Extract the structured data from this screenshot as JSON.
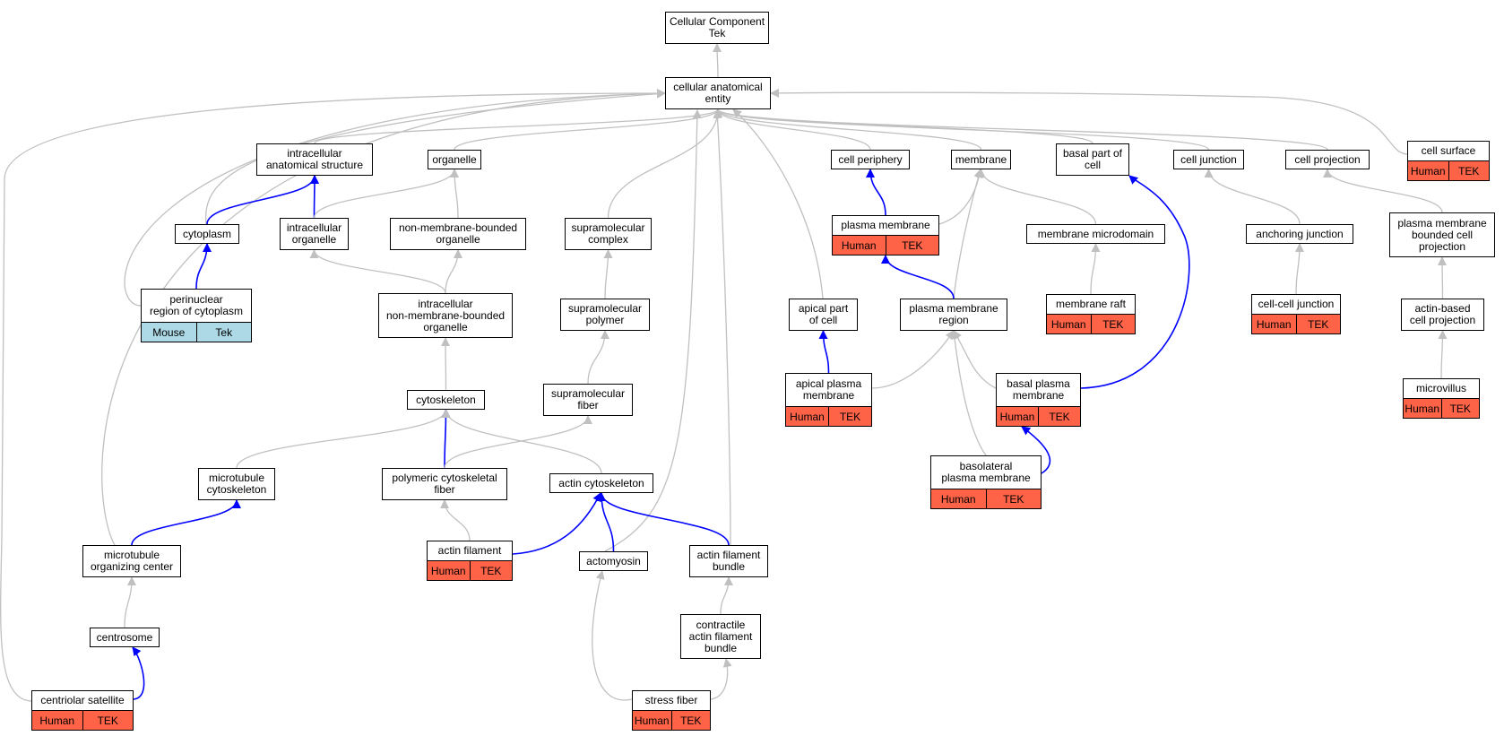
{
  "colors": {
    "is_a_edge": "#c0c0c0",
    "part_of_edge": "#0000ff",
    "human_annotation": "#ff6347",
    "mouse_annotation": "#add8e6",
    "node_border": "#000000"
  },
  "nodes": [
    {
      "id": "root",
      "label": "Cellular Component\nTek"
    },
    {
      "id": "cae",
      "label": "cellular anatomical\nentity"
    },
    {
      "id": "ias",
      "label": "intracellular\nanatomical structure"
    },
    {
      "id": "organelle",
      "label": "organelle"
    },
    {
      "id": "cellperiph",
      "label": "cell periphery"
    },
    {
      "id": "membrane",
      "label": "membrane"
    },
    {
      "id": "basalpart",
      "label": "basal part of\ncell"
    },
    {
      "id": "celljunc",
      "label": "cell junction"
    },
    {
      "id": "cellproj",
      "label": "cell projection"
    },
    {
      "id": "cellsurf",
      "label": "cell surface",
      "annotations": [
        "Human",
        "TEK"
      ]
    },
    {
      "id": "cytoplasm",
      "label": "cytoplasm"
    },
    {
      "id": "intraorg",
      "label": "intracellular\norganelle"
    },
    {
      "id": "nmbo",
      "label": "non-membrane-bounded\norganelle"
    },
    {
      "id": "supracomplex",
      "label": "supramolecular\ncomplex"
    },
    {
      "id": "plasmamem",
      "label": "plasma membrane",
      "annotations": [
        "Human",
        "TEK"
      ]
    },
    {
      "id": "memmicro",
      "label": "membrane microdomain"
    },
    {
      "id": "anchjunc",
      "label": "anchoring junction"
    },
    {
      "id": "pmbcp",
      "label": "plasma membrane\nbounded cell\nprojection"
    },
    {
      "id": "perinuc",
      "label": "perinuclear\nregion of cytoplasm",
      "annotations": [
        "Mouse",
        "Tek"
      ]
    },
    {
      "id": "inmbo",
      "label": "intracellular\nnon-membrane-bounded\norganelle"
    },
    {
      "id": "suprapoly",
      "label": "supramolecular\npolymer"
    },
    {
      "id": "apicalpart",
      "label": "apical part\nof cell"
    },
    {
      "id": "pmregion",
      "label": "plasma membrane\nregion"
    },
    {
      "id": "memraft",
      "label": "membrane raft",
      "annotations": [
        "Human",
        "TEK"
      ]
    },
    {
      "id": "cellcell",
      "label": "cell-cell junction",
      "annotations": [
        "Human",
        "TEK"
      ]
    },
    {
      "id": "actinbased",
      "label": "actin-based\ncell projection"
    },
    {
      "id": "cytoskeleton",
      "label": "cytoskeleton"
    },
    {
      "id": "suprafiber",
      "label": "supramolecular\nfiber"
    },
    {
      "id": "apicalpm",
      "label": "apical plasma\nmembrane",
      "annotations": [
        "Human",
        "TEK"
      ]
    },
    {
      "id": "basalpm",
      "label": "basal plasma\nmembrane",
      "annotations": [
        "Human",
        "TEK"
      ]
    },
    {
      "id": "microvillus",
      "label": "microvillus",
      "annotations": [
        "Human",
        "TEK"
      ]
    },
    {
      "id": "basolateral",
      "label": "basolateral\nplasma membrane",
      "annotations": [
        "Human",
        "TEK"
      ]
    },
    {
      "id": "mtcyto",
      "label": "microtubule\ncytoskeleton"
    },
    {
      "id": "pcf",
      "label": "polymeric cytoskeletal\nfiber"
    },
    {
      "id": "actincyto",
      "label": "actin cytoskeleton"
    },
    {
      "id": "mtoc",
      "label": "microtubule\norganizing center"
    },
    {
      "id": "actinfil",
      "label": "actin filament",
      "annotations": [
        "Human",
        "TEK"
      ]
    },
    {
      "id": "actomyosin",
      "label": "actomyosin"
    },
    {
      "id": "afb",
      "label": "actin filament\nbundle"
    },
    {
      "id": "centrosome",
      "label": "centrosome"
    },
    {
      "id": "cafb",
      "label": "contractile\nactin filament\nbundle"
    },
    {
      "id": "centsat",
      "label": "centriolar satellite",
      "annotations": [
        "Human",
        "TEK"
      ]
    },
    {
      "id": "stressfiber",
      "label": "stress fiber",
      "annotations": [
        "Human",
        "TEK"
      ]
    }
  ]
}
